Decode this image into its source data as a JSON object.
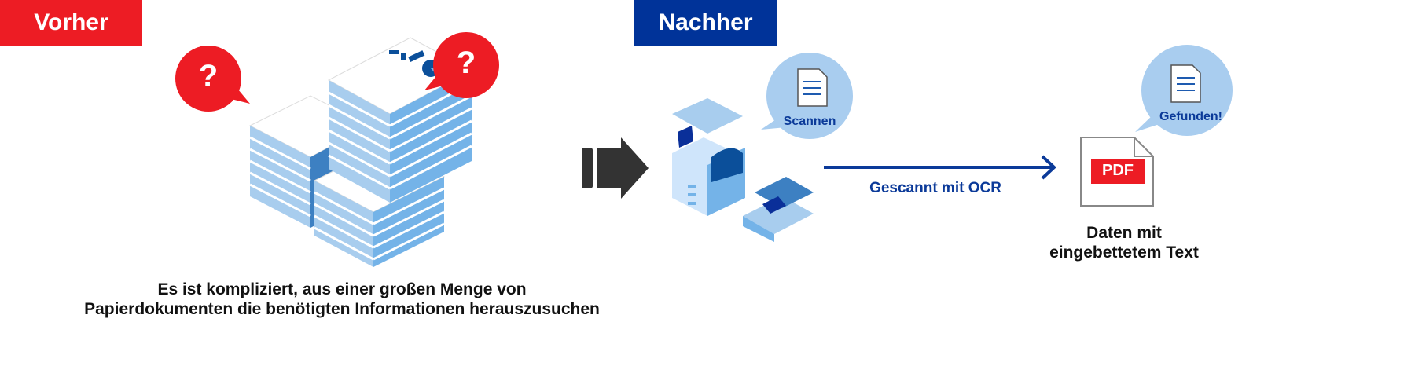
{
  "before": {
    "label": "Vorher",
    "color": "#ed1c24",
    "question_mark": "?",
    "caption_line1": "Es ist kompliziert, aus einer großen Menge von",
    "caption_line2": "Papierdokumenten die benötigten Informationen herauszusuchen"
  },
  "after": {
    "label": "Nachher",
    "color": "#003399",
    "scan_bubble": "Scannen",
    "ocr_label": "Gescannt mit OCR",
    "found_bubble": "Gefunden!",
    "pdf_badge": "PDF",
    "result_line1": "Daten mit",
    "result_line2": "eingebettetem Text"
  }
}
